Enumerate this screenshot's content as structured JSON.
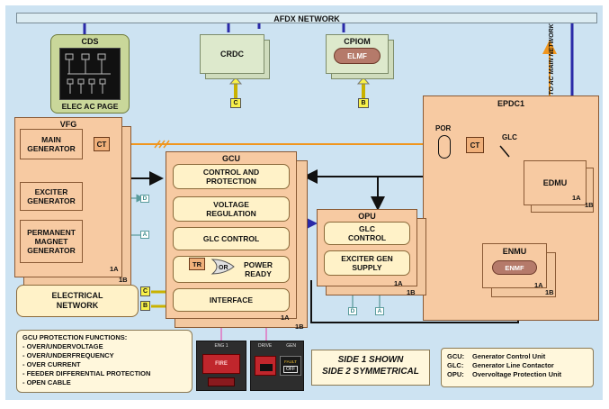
{
  "network": {
    "label": "AFDX NETWORK"
  },
  "cds": {
    "title": "CDS",
    "page_label": "ELEC AC PAGE"
  },
  "crdc": {
    "title": "CRDC",
    "tag": "C"
  },
  "cpiom": {
    "title": "CPIOM",
    "module": "ELMF",
    "tag": "B"
  },
  "to_ac_network": "TO AC MAIN NETWORK",
  "vfg": {
    "title": "VFG",
    "main_generator": "MAIN GENERATOR",
    "ct": "CT",
    "exciter_generator": "EXCITER GENERATOR",
    "pmg": "PERMANENT MAGNET GENERATOR",
    "side_1a": "1A",
    "side_1b": "1B"
  },
  "gcu": {
    "title": "GCU",
    "control_protection": "CONTROL AND PROTECTION",
    "voltage_regulation": "VOLTAGE REGULATION",
    "glc_control": "GLC CONTROL",
    "tr": "TR",
    "or": "OR",
    "power_ready": "POWER READY",
    "interface": "INTERFACE",
    "side_1a": "1A",
    "side_1b": "1B"
  },
  "opu": {
    "title": "OPU",
    "glc_control": "GLC CONTROL",
    "exciter_gen_supply": "EXCITER GEN SUPPLY",
    "side_1a": "1A",
    "side_1b": "1B",
    "tag_d": "D",
    "tag_a": "A"
  },
  "epdc": {
    "title": "EPDC1",
    "por": "POR",
    "ct": "CT",
    "glc": "GLC",
    "edmu": "EDMU",
    "edmu_1a": "1A",
    "edmu_1b": "1B",
    "enmu": "ENMU",
    "enmf": "ENMF",
    "enmu_1a": "1A",
    "enmu_1b": "1B"
  },
  "tags": {
    "d": "D",
    "a": "A",
    "c": "C",
    "b": "B"
  },
  "electrical_network": "ELECTRICAL NETWORK",
  "protection": {
    "heading": "GCU PROTECTION FUNCTIONS:",
    "items": [
      "- OVER/UNDERVOLTAGE",
      "- OVER/UNDERFREQUENCY",
      "- OVER CURRENT",
      "- FEEDER DIFFERENTIAL PROTECTION",
      "- OPEN CABLE"
    ]
  },
  "panel": {
    "eng_label": "ENG 1",
    "fire_label": "FIRE",
    "drive_label": "DRIVE",
    "gen_label": "GEN",
    "fault_label": "FAULT",
    "off_label": "OFF"
  },
  "side_note": {
    "line1": "SIDE 1 SHOWN",
    "line2": "SIDE 2 SYMMETRICAL"
  },
  "legend": [
    {
      "abbr": "GCU:",
      "text": "Generator Control Unit"
    },
    {
      "abbr": "GLC:",
      "text": "Generator Line Contactor"
    },
    {
      "abbr": "OPU:",
      "text": "Overvoltage Protection Unit"
    }
  ],
  "colors": {
    "background": "#cde3f2",
    "box_fill": "#f7caa2",
    "inner_fill": "#fff2c8",
    "green_fill": "#dde9cc",
    "bus_line": "#2a2aa8",
    "power_line": "#f0961e",
    "signal_line": "#5b9c9c",
    "pink_line": "#e070c0"
  }
}
